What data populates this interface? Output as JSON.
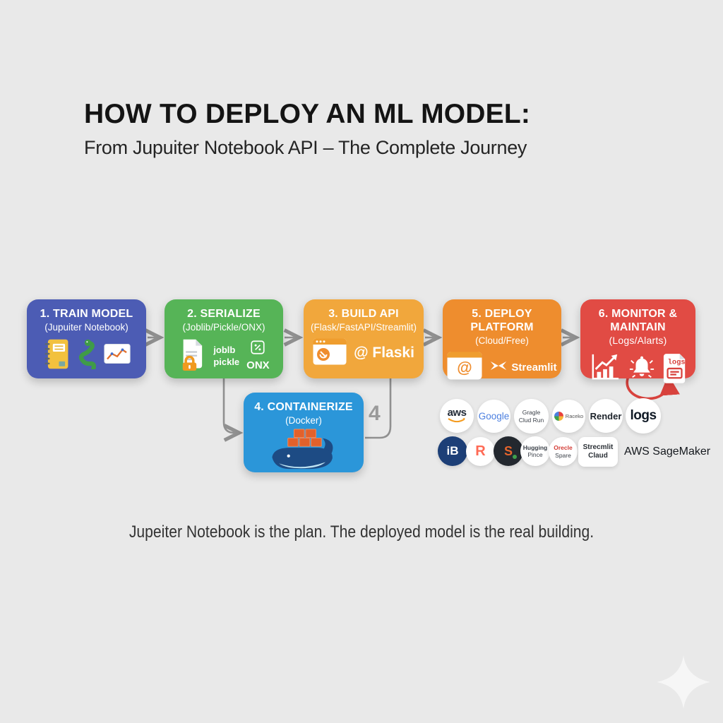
{
  "header": {
    "title": "HOW TO DEPLOY AN ML MODEL:",
    "subtitle": "From Jupuiter Notebook API – The Complete Journey"
  },
  "steps": {
    "train": {
      "title": "1. TRAIN MODEL",
      "subtitle": "(Jupuiter Notebook)"
    },
    "serialize": {
      "title": "2. SERIALIZE",
      "subtitle": "(Joblib/Pickle/ONX)",
      "tool_joblib": "joblb",
      "tool_pickle": "pickle",
      "tool_onx": "ONX"
    },
    "build_api": {
      "title": "3. BUILD API",
      "subtitle": "(Flask/FastAPI/Streamlit)",
      "tool": "@ Flaski"
    },
    "containerize": {
      "title": "4. CONTAINERIZE",
      "subtitle": "(Docker)",
      "branch_label": "4"
    },
    "deploy": {
      "title": "5. DEPLOY PLATFORM",
      "subtitle": "(Cloud/Free)",
      "tool": "Streamlit"
    },
    "monitor": {
      "title_line1": "6. MONITOR &",
      "title_bold": "MAINTAIN",
      "title_rest": "(Logs/Alarts)",
      "logs_label": "logs"
    }
  },
  "platforms": {
    "aws": "aws",
    "google": "Google",
    "cloud_run_line1": "Gragle",
    "cloud_run_line2": "Clud Run",
    "raceko": "Raceko",
    "render": "Render",
    "logs": "logs",
    "ib": "iB",
    "r": "R",
    "s": "S",
    "hugging_line1": "Hugging",
    "hugging_line2": "Pince",
    "oracle_line1": "Orecle",
    "oracle_line2": "Spare",
    "stcloud_line1": "Strecmlit",
    "stcloud_line2": "Claud",
    "sagemaker": "AWS SageMaker"
  },
  "quote": "Jupeiter Notebook is the plan. The deployed model is the real building.",
  "colors": {
    "background": "#e9e9e9",
    "step_train": "#4c5cb4",
    "step_serialize": "#56b457",
    "step_build_api": "#f1a73c",
    "step_containerize": "#2b96d9",
    "step_deploy": "#ee8d2e",
    "step_monitor": "#e14b44",
    "connector": "#909090",
    "loop_arrow": "#d8423d"
  }
}
